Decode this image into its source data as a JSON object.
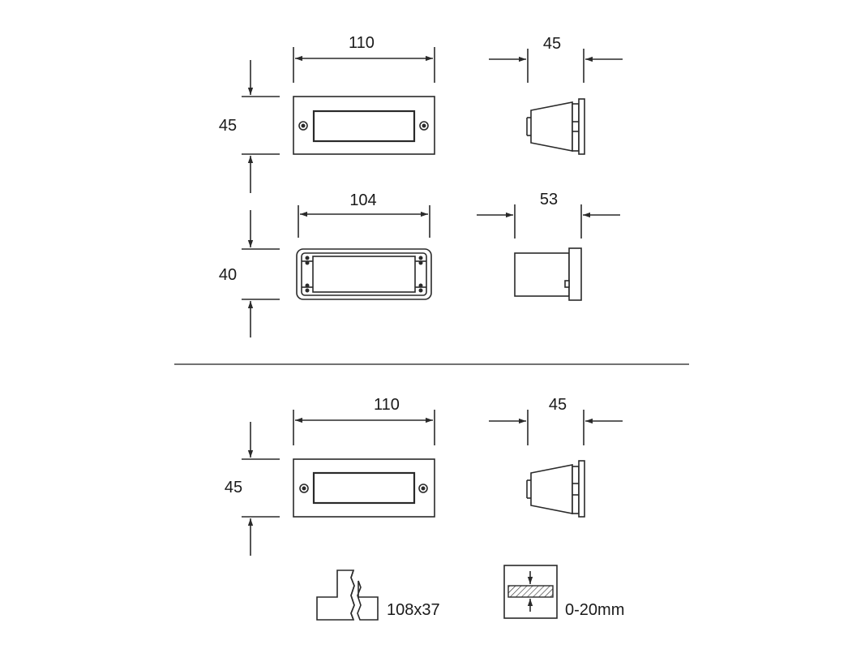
{
  "views": {
    "top_front": {
      "width_label": "110",
      "height_label": "45"
    },
    "top_side": {
      "depth_label": "45"
    },
    "middle_front": {
      "width_label": "104",
      "height_label": "40"
    },
    "middle_side": {
      "depth_label": "53"
    },
    "bottom_front": {
      "width_label": "110",
      "height_label": "45"
    },
    "bottom_side": {
      "depth_label": "45"
    }
  },
  "legend": {
    "cutout_label": "108x37",
    "thickness_label": "0-20mm"
  }
}
